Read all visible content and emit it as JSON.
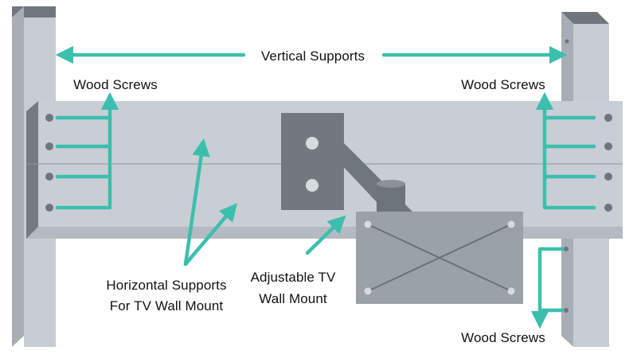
{
  "labels": {
    "vertical_supports": "Vertical Supports",
    "wood_screws_top_left": "Wood Screws",
    "wood_screws_top_right": "Wood Screws",
    "wood_screws_bottom_right": "Wood Screws",
    "horizontal_supports_line1": "Horizontal Supports",
    "horizontal_supports_line2": "For TV Wall Mount",
    "adjustable_mount_line1": "Adjustable TV",
    "adjustable_mount_line2": "Wall Mount"
  },
  "colors": {
    "accent": "#3bbfad",
    "post_front": "#c7ccd2",
    "post_side": "#a8aeb6",
    "post_top": "#6f767e",
    "beam_front": "#c9ced5",
    "beam_shadow": "#b6bcc4",
    "bracket": "#72787e",
    "plate": "#9aa1a9",
    "screw": "#6f757c",
    "text": "#111111"
  }
}
